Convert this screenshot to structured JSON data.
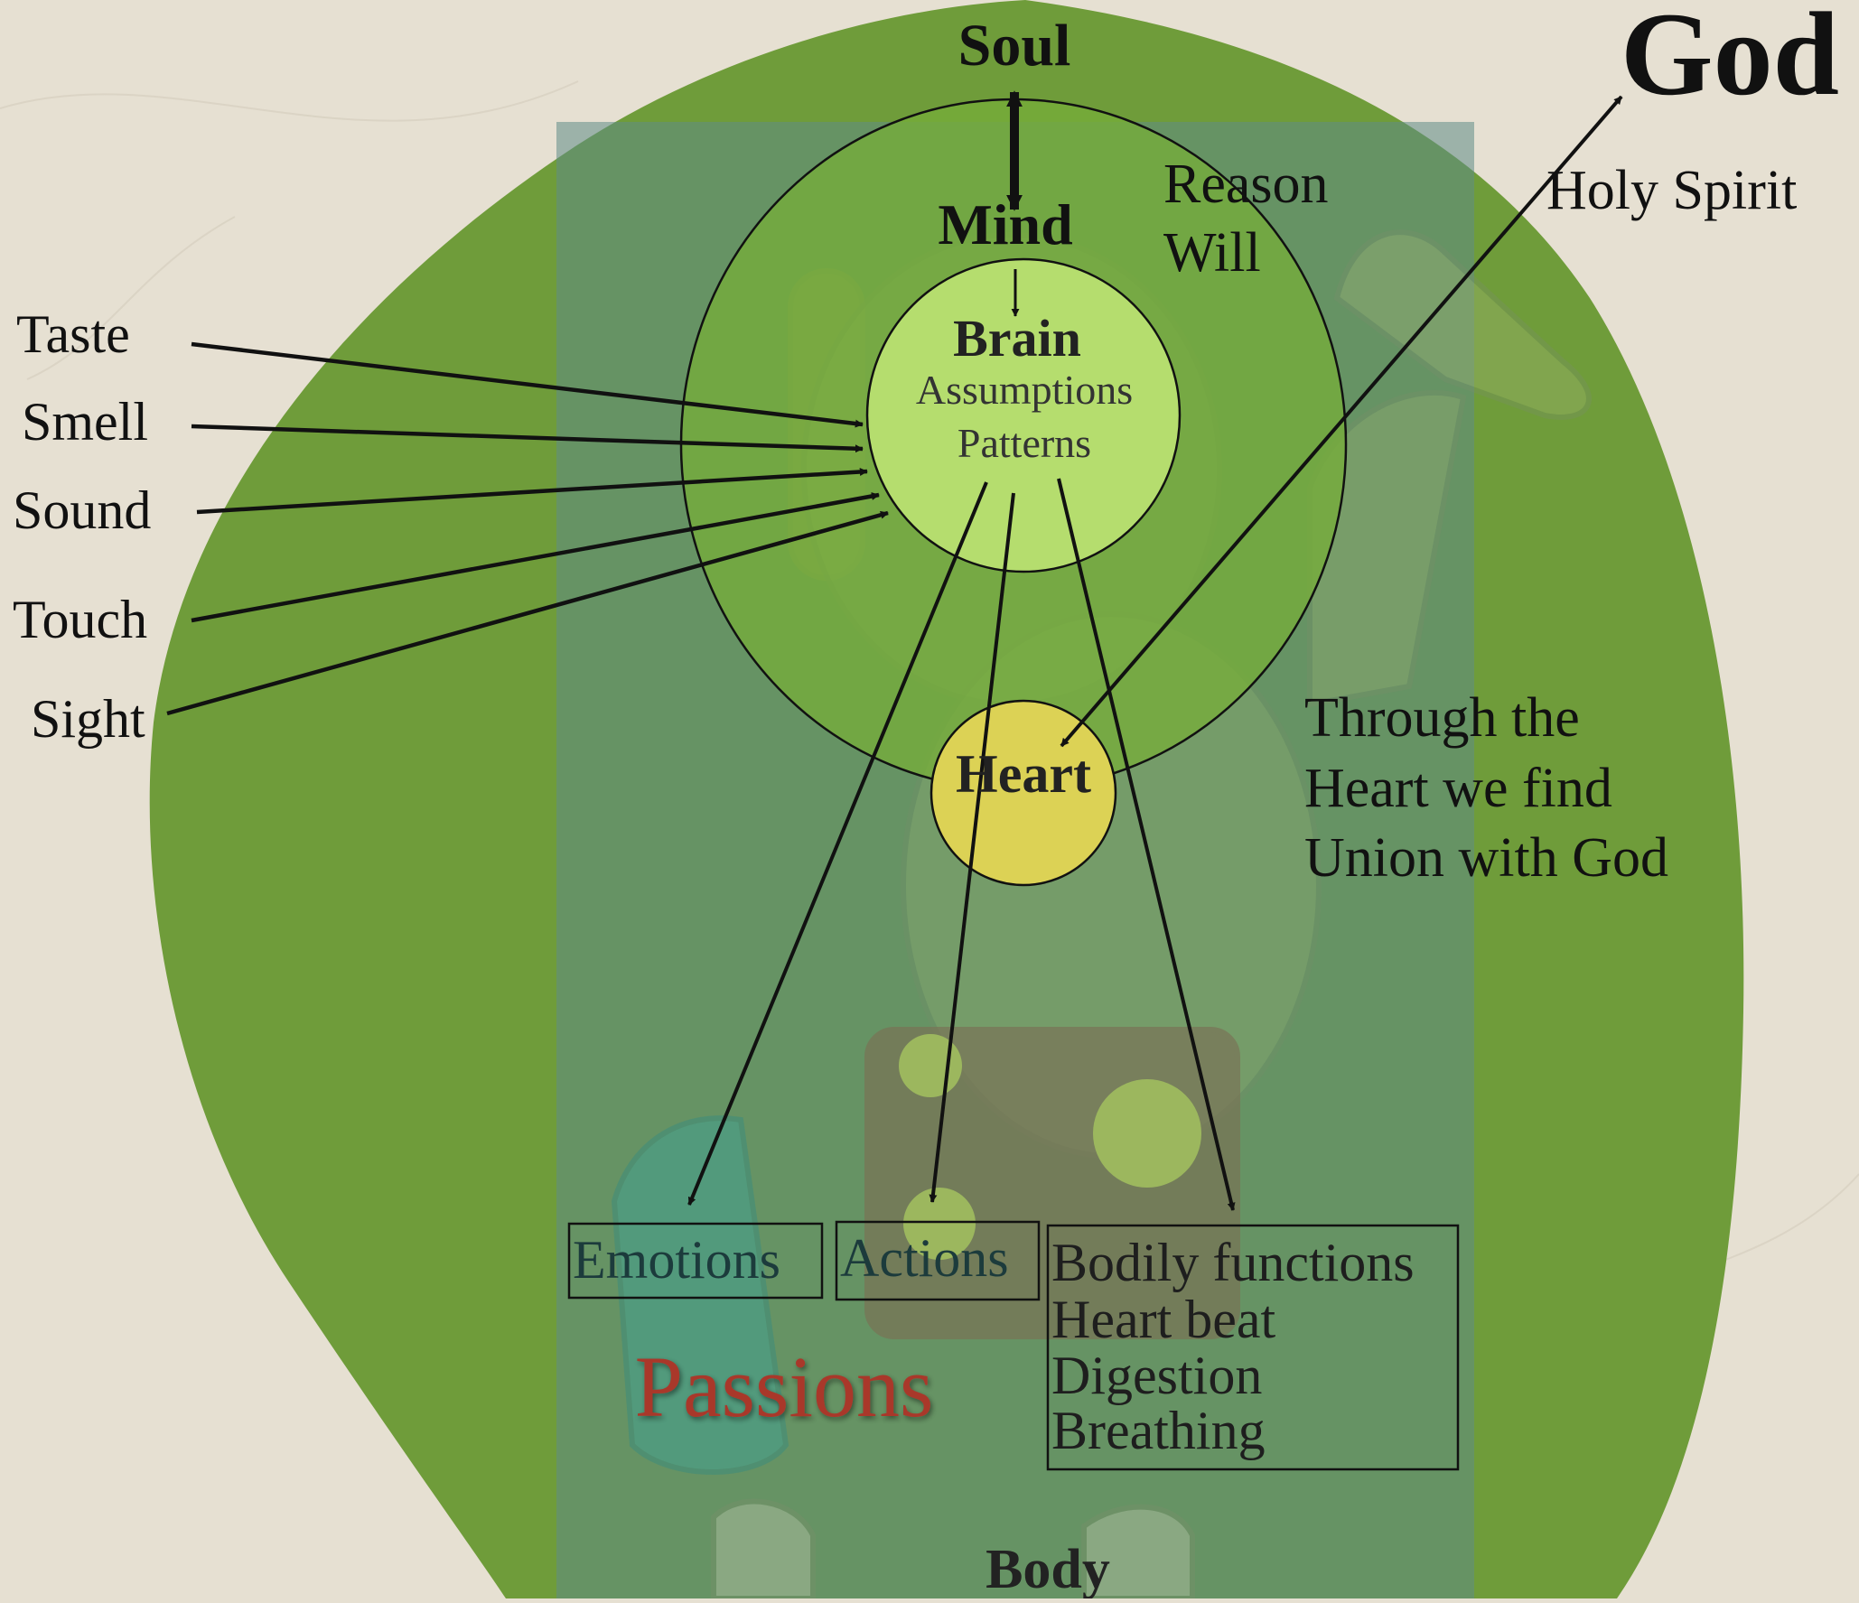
{
  "labels": {
    "soul": "Soul",
    "god": "God",
    "mind": "Mind",
    "reason": "Reason",
    "will": "Will",
    "holy_spirit": "Holy Spirit",
    "brain": "Brain",
    "assumptions": "Assumptions",
    "patterns": "Patterns",
    "heart": "Heart",
    "body": "Body",
    "passions": "Passions"
  },
  "senses": [
    "Taste",
    "Smell",
    "Sound",
    "Touch",
    "Sight"
  ],
  "union_note": [
    "Through the",
    "Heart we find",
    "Union with God"
  ],
  "outputs": {
    "emotions": "Emotions",
    "actions": "Actions",
    "bodily": [
      "Bodily functions",
      "Heart beat",
      "Digestion",
      "Breathing"
    ]
  },
  "colors": {
    "background": "#e6e0d2",
    "soul_green": "#6f9c3a",
    "body_teal": "#5f8c7c",
    "mind_green": "#72ad3c",
    "brain_green": "#b6e06a",
    "heart_yellow": "#d9cf4f",
    "passions_red": "#a9382c",
    "stroke": "#111111"
  }
}
